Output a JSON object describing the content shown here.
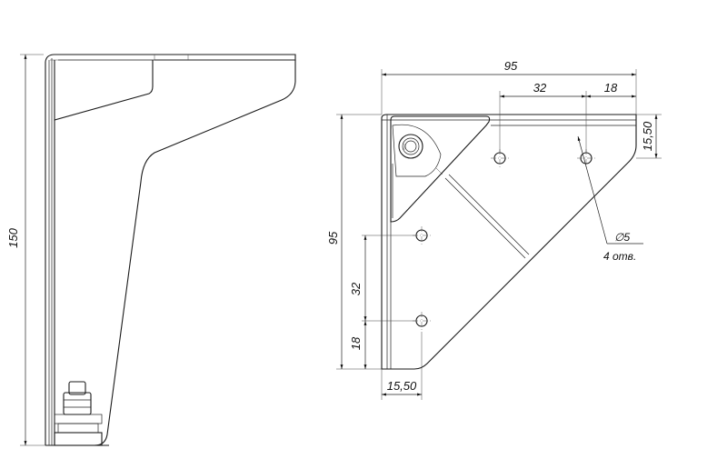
{
  "side_view": {
    "height_dim": "150"
  },
  "top_view": {
    "width_dim": "95",
    "height_dim": "95",
    "hole_spacing_top": "32",
    "hole_edge_top": "18",
    "edge_offset_right": "15,50",
    "hole_spacing_left": "32",
    "hole_edge_left": "18",
    "edge_offset_bottom": "15,50",
    "hole_callout_diameter": "∅5",
    "hole_callout_count": "4 отв."
  }
}
